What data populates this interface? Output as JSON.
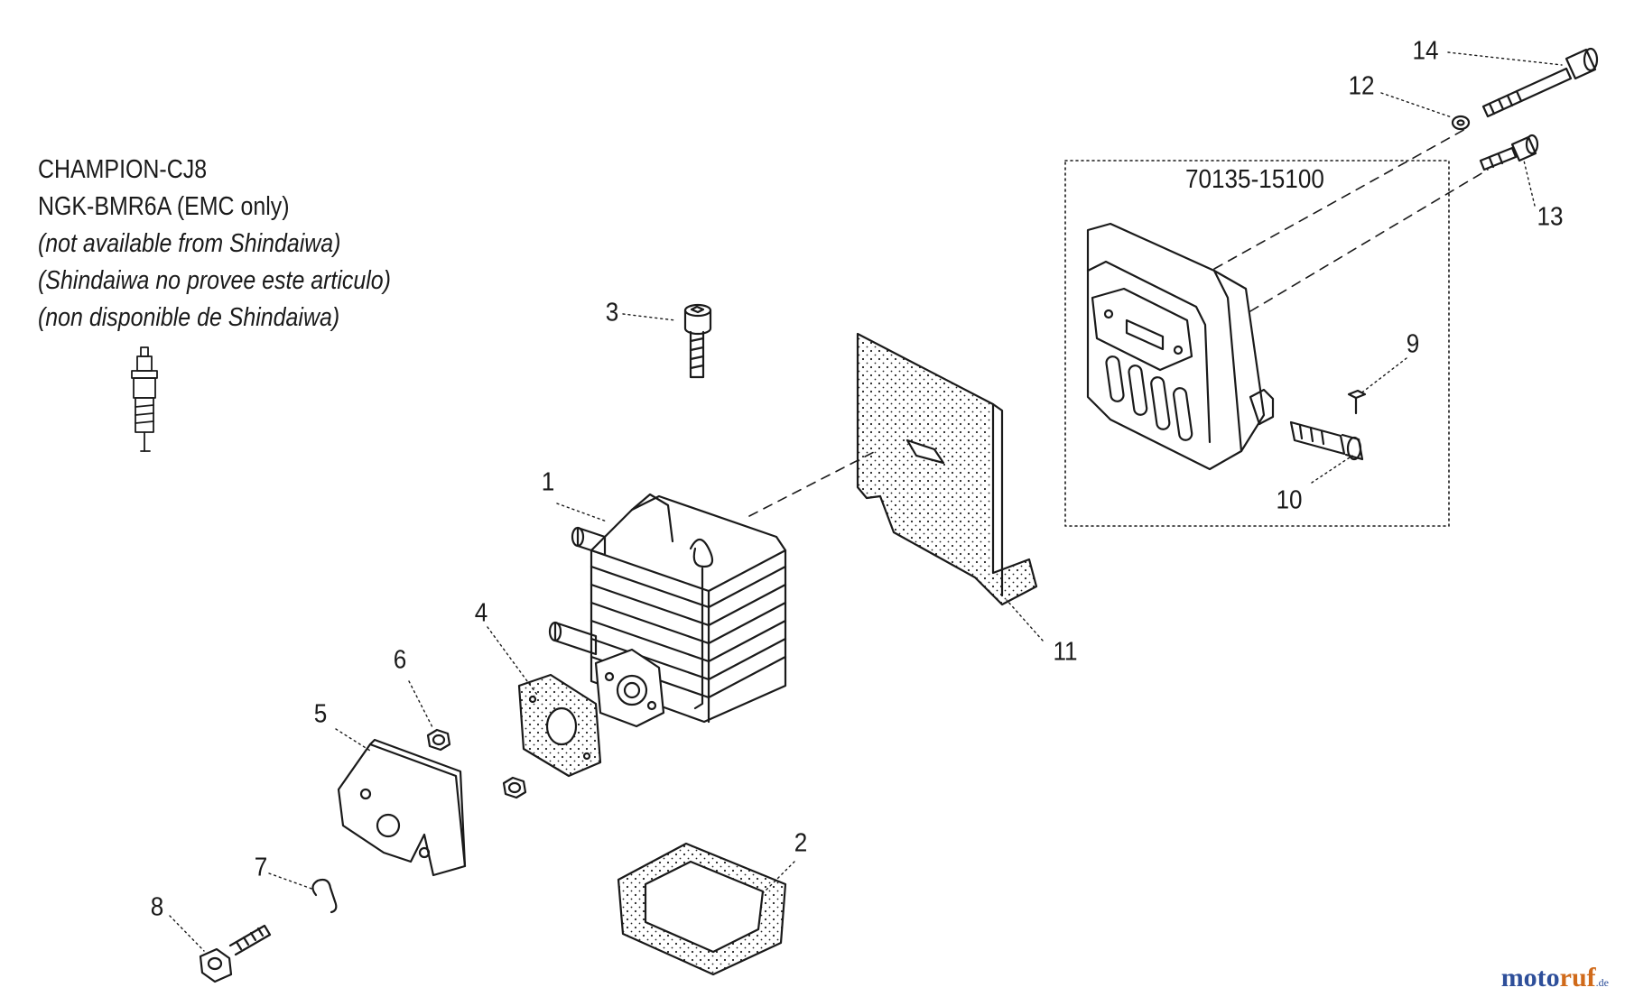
{
  "spark_plug_note": {
    "lines": [
      "CHAMPION-CJ8",
      "NGK-BMR6A (EMC only)",
      "(not available from Shindaiwa)",
      "(Shindaiwa no provee este articulo)",
      "(non disponible de Shindaiwa)"
    ]
  },
  "kit_label": "70135-15100",
  "callouts": [
    "1",
    "2",
    "3",
    "4",
    "5",
    "6",
    "7",
    "8",
    "9",
    "10",
    "11",
    "12",
    "13",
    "14"
  ],
  "watermark": {
    "brand_a": "moto",
    "brand_b": "ruf",
    "suffix": ".de"
  },
  "colors": {
    "ink": "#1a1a1a",
    "logo_blue": "#2e4f9a",
    "logo_orange": "#d06a1a"
  }
}
